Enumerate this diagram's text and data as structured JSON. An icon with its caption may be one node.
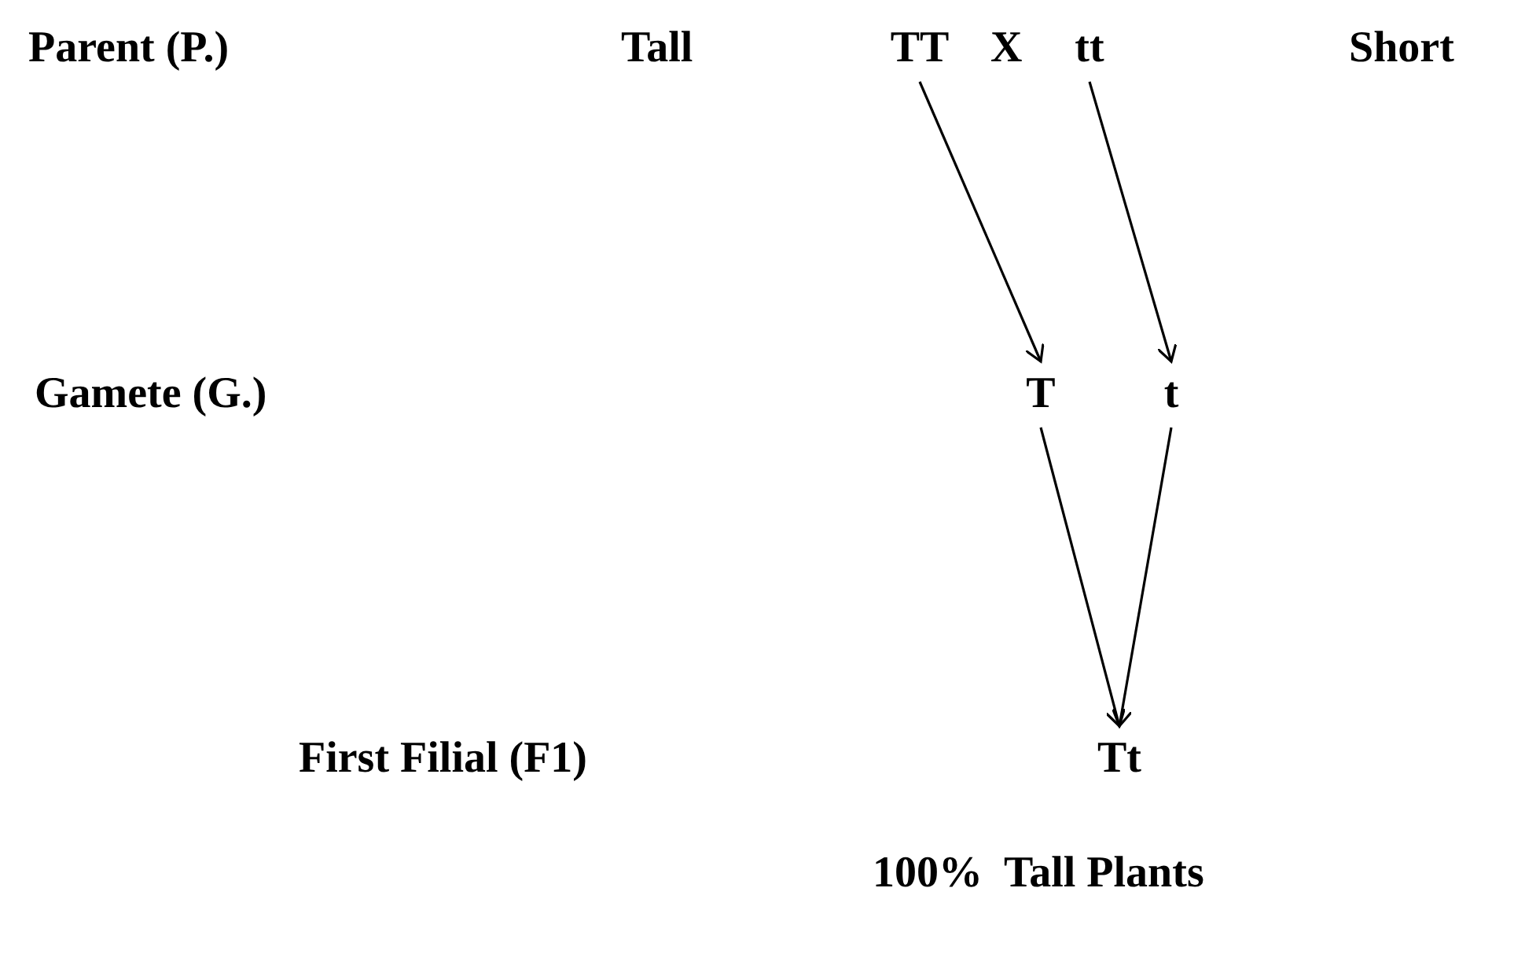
{
  "diagram": {
    "nodes": [
      {
        "text": [
          "TT"
        ]
      },
      {
        "text": [
          "tt"
        ]
      },
      {
        "text": [
          "T"
        ]
      },
      {
        "text": [
          "t"
        ]
      },
      {
        "text": [
          "Tt"
        ]
      }
    ],
    "edges": [
      {
        "from": 0,
        "to": 2,
        "arrow": "to"
      },
      {
        "from": 1,
        "to": 3,
        "arrow": "to"
      },
      {
        "from": 2,
        "to": 4,
        "arrow": "to"
      },
      {
        "from": 3,
        "to": 4,
        "arrow": "to"
      }
    ],
    "labels": [
      "Parent (P.)",
      "Tall",
      "X",
      "Short",
      "Gamete (G.)",
      "First Filial (F1)",
      "100%  Tall Plants"
    ]
  }
}
